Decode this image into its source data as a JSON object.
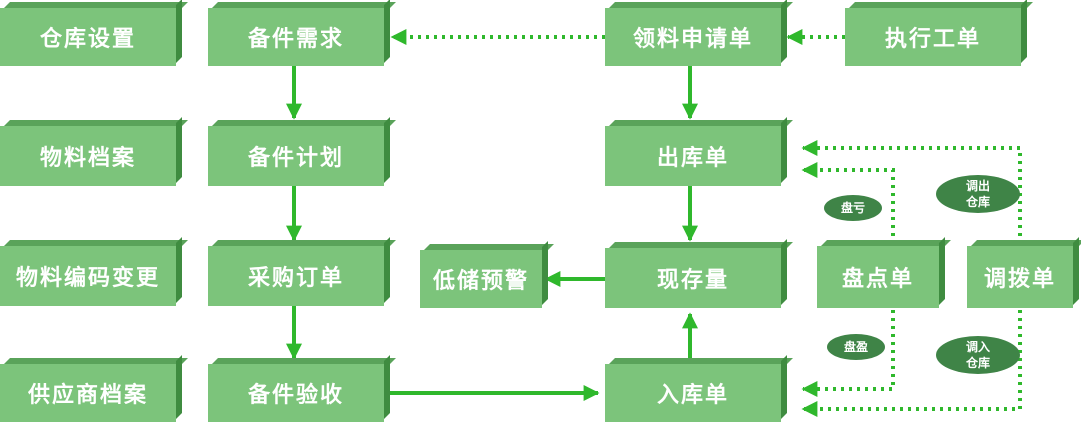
{
  "colors": {
    "box": "#7cc47b",
    "arrow": "#2fb82c",
    "oval": "#3f8447",
    "text": "#ffffff"
  },
  "nodes": {
    "warehouse_settings": "仓库设置",
    "material_archive": "物料档案",
    "material_code_change": "物料编码变更",
    "supplier_archive": "供应商档案",
    "spare_demand": "备件需求",
    "spare_plan": "备件计划",
    "purchase_order": "采购订单",
    "spare_acceptance": "备件验收",
    "material_requisition": "领料申请单",
    "execute_work_order": "执行工单",
    "outbound_order": "出库单",
    "stock_quantity": "现存量",
    "low_stock_warning": "低储预警",
    "inbound_order": "入库单",
    "inventory_count": "盘点单",
    "transfer_order": "调拨单"
  },
  "labels": {
    "inventory_loss": "盘亏",
    "inventory_gain": "盘盈",
    "transfer_out": "调出\n仓库",
    "transfer_in": "调入\n仓库"
  }
}
